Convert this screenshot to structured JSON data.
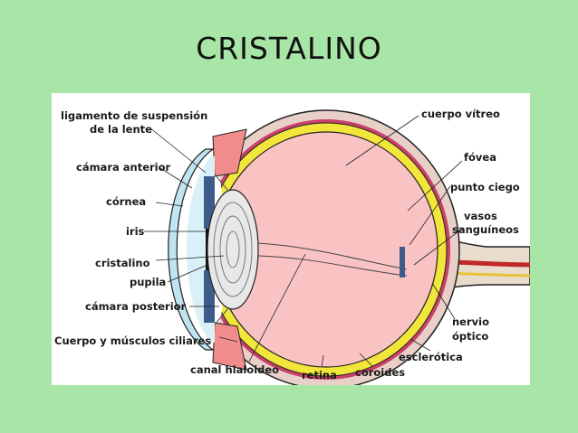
{
  "title": "CRISTALINO",
  "labels": {
    "ligamento": "ligamento de suspensión",
    "ligamento2": "de la lente",
    "camara_anterior": "cámara anterior",
    "cornea": "córnea",
    "iris": "iris",
    "cristalino": "cristalino",
    "pupila": "pupila",
    "camara_posterior": "cámara posterior",
    "cuerpo_musculos": "Cuerpo y músculos ciliares",
    "canal_hialoideo": "canal hialoideo",
    "retina": "retina",
    "coroides": "coroides",
    "esclerotica": "esclerótica",
    "nervio": "nervio",
    "optico": "óptico",
    "vasos": "vasos",
    "sanguineos": "sanguíneos",
    "punto_ciego": "punto ciego",
    "fovea": "fóvea",
    "cuerpo_vitreo": "cuerpo vítreo"
  },
  "colors": {
    "background": "#a8e6a8",
    "vitreous": "#f9c3c3",
    "retina": "#f2e63a",
    "sclera": "#e8cfc8",
    "cornea": "#bfe4f2",
    "iris": "#3d5c8a"
  }
}
